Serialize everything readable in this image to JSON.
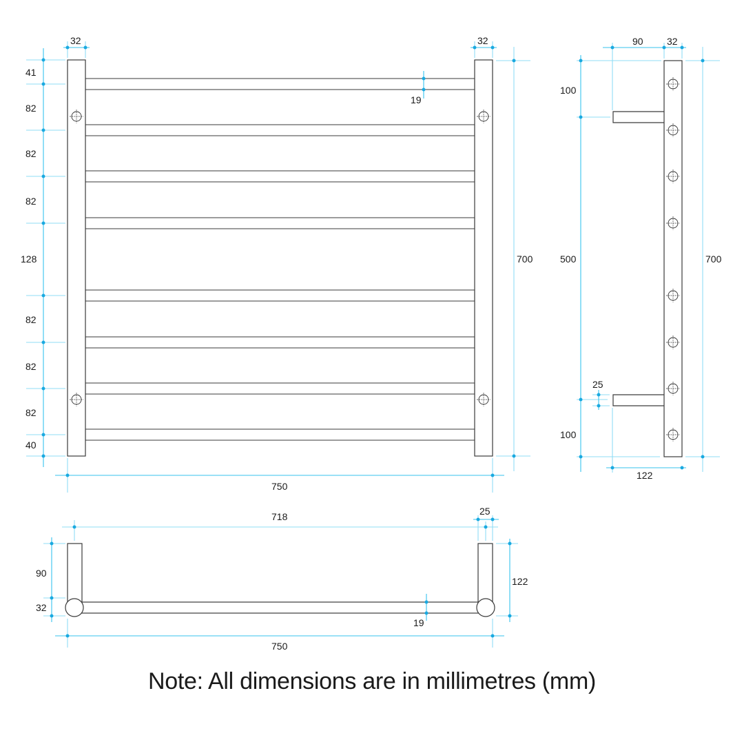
{
  "front_view": {
    "width_total": "750",
    "height_total": "700",
    "upright_width_left": "32",
    "upright_width_right": "32",
    "rail_thickness": "19",
    "vertical_spacing": [
      "41",
      "82",
      "82",
      "82",
      "128",
      "82",
      "82",
      "82",
      "40"
    ]
  },
  "side_view": {
    "bracket_projection": "90",
    "upright_width": "32",
    "top_offset": "100",
    "mount_span": "500",
    "bottom_offset": "100",
    "height_total": "700",
    "bracket_thickness": "25",
    "total_depth": "122"
  },
  "top_view": {
    "inner_span": "718",
    "upright_depth": "25",
    "bracket_length": "90",
    "upright_diameter": "32",
    "total_depth": "122",
    "rail_thickness": "19",
    "width_total": "750"
  },
  "note": "Note: All dimensions are in millimetres (mm)",
  "colors": {
    "dimension_line": "#35c3ee",
    "outline": "#3a3a3a",
    "text": "#1a1a1a"
  }
}
